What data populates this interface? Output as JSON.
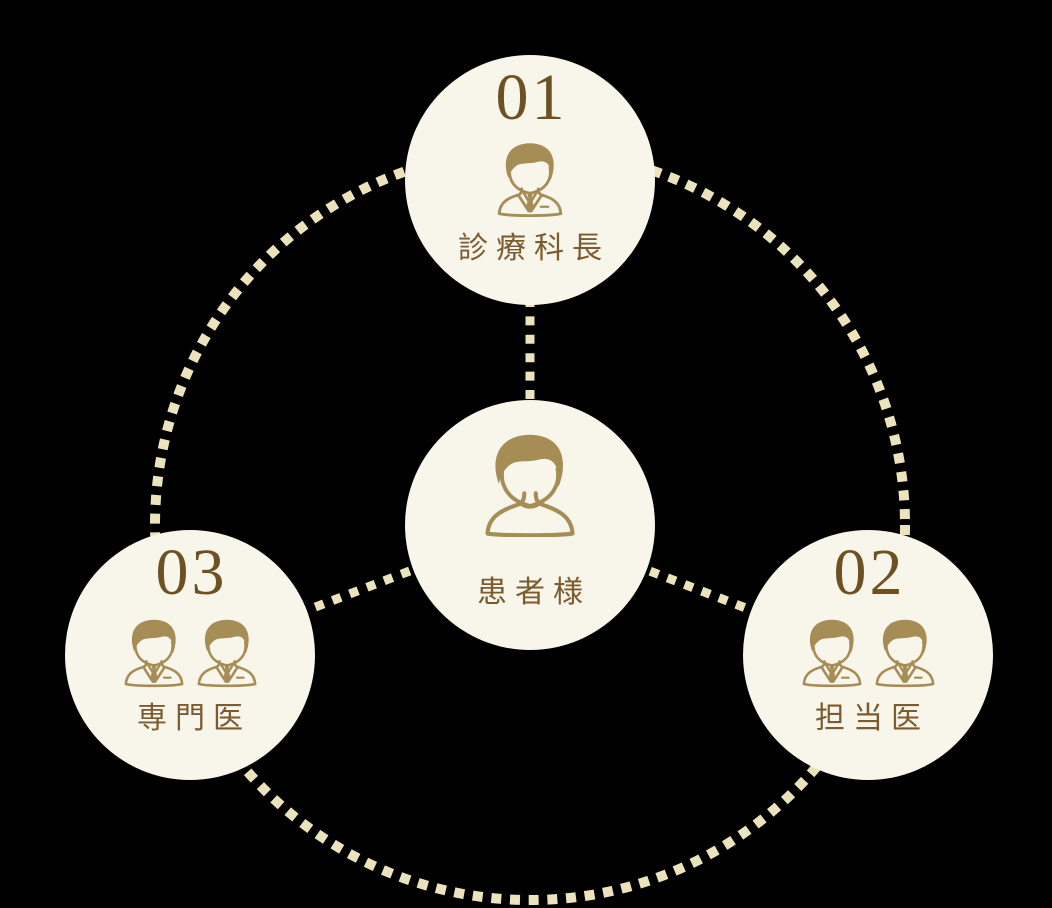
{
  "palette": {
    "background": "#000000",
    "circle_fill": "#f8f5ea",
    "dash_color": "#ebe3bb",
    "icon_gold": "#a68c55",
    "number_brown": "#6d5122",
    "label_brown": "#7b5b2f"
  },
  "nodes": {
    "chief": {
      "number": "01",
      "label": "診療科長",
      "icon": "doctor-icon",
      "icon_count": 1
    },
    "attending": {
      "number": "02",
      "label": "担当医",
      "icon": "doctor-icon",
      "icon_count": 2
    },
    "specialist": {
      "number": "03",
      "label": "専門医",
      "icon": "doctor-icon",
      "icon_count": 2
    },
    "patient": {
      "number": "",
      "label": "患者様",
      "icon": "person-icon",
      "icon_count": 1
    }
  },
  "connections": {
    "ring": "dashed-circle-through-outer-nodes",
    "spokes": [
      "patient-to-chief",
      "patient-to-attending",
      "patient-to-specialist"
    ]
  }
}
